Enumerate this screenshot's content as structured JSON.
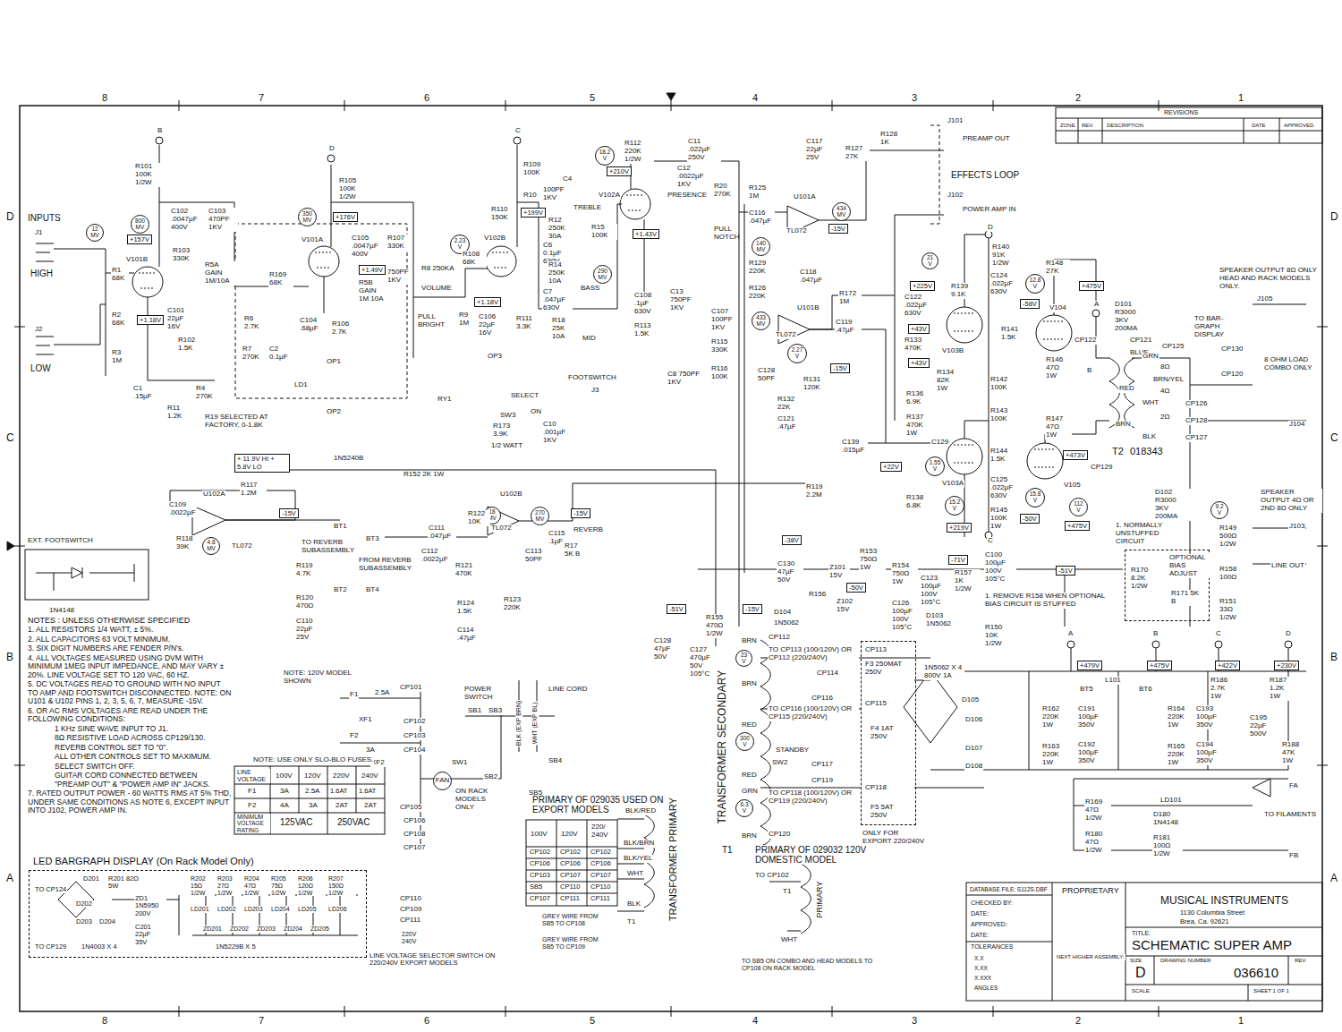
{
  "diagram": {
    "nodes": [
      {
        "text": [
          "12 MV"
        ]
      },
      {
        "text": [
          "800 MV"
        ]
      },
      {
        "text": [
          "+157V"
        ]
      },
      {
        "text": [
          "+1.18V"
        ]
      },
      {
        "text": [
          "350 MV"
        ]
      },
      {
        "text": [
          "+176V"
        ]
      },
      {
        "text": [
          "+1.49V"
        ]
      },
      {
        "text": [
          "2.23 V"
        ]
      },
      {
        "text": [
          "+1.18V"
        ]
      },
      {
        "text": [
          "+199V"
        ]
      },
      {
        "text": [
          "290 MV"
        ]
      },
      {
        "text": [
          "18.2 V"
        ]
      },
      {
        "text": [
          "+210V"
        ]
      },
      {
        "text": [
          "+1.43V"
        ]
      },
      {
        "text": [
          "434 MV"
        ]
      },
      {
        "text": [
          "-15V"
        ]
      },
      {
        "text": [
          "140 MV"
        ]
      },
      {
        "text": [
          "433 MV"
        ]
      },
      {
        "text": [
          "2.27 V"
        ]
      },
      {
        "text": [
          "-15V"
        ]
      },
      {
        "text": [
          "21 V"
        ]
      },
      {
        "text": [
          "+225V"
        ]
      },
      {
        "text": [
          "12.8 V"
        ]
      },
      {
        "text": [
          "-58V"
        ]
      },
      {
        "text": [
          "+475V"
        ]
      },
      {
        "text": [
          "+43V"
        ]
      },
      {
        "text": [
          "+43V"
        ]
      },
      {
        "text": [
          "+22V"
        ]
      },
      {
        "text": [
          "1.55 V"
        ]
      },
      {
        "text": [
          "+473V"
        ]
      },
      {
        "text": [
          "15.2 V"
        ]
      },
      {
        "text": [
          "+219V"
        ]
      },
      {
        "text": [
          "15.8 V"
        ]
      },
      {
        "text": [
          "-50V"
        ]
      },
      {
        "text": [
          "112 V"
        ]
      },
      {
        "text": [
          "+475V"
        ]
      },
      {
        "text": [
          "9.2 V"
        ]
      },
      {
        "text": [
          "-38V"
        ]
      },
      {
        "text": [
          "-50V"
        ]
      },
      {
        "text": [
          "-71V"
        ]
      },
      {
        "text": [
          "-51V"
        ]
      },
      {
        "text": [
          "-51V"
        ]
      },
      {
        "text": [
          "-15V"
        ]
      },
      {
        "text": [
          "4.8 MV"
        ]
      },
      {
        "text": [
          "-15V"
        ]
      },
      {
        "text": [
          "18 MV"
        ]
      },
      {
        "text": [
          "270 MV"
        ]
      },
      {
        "text": [
          "-15V"
        ]
      },
      {
        "text": [
          "+ 11.9V HI + 5.8V LO"
        ]
      },
      {
        "text": [
          "23 V"
        ]
      },
      {
        "text": [
          "300 V"
        ]
      },
      {
        "text": [
          "6.3 V"
        ]
      },
      {
        "text": [
          "FAN"
        ]
      },
      {
        "text": [
          "+479V"
        ]
      },
      {
        "text": [
          "+475V"
        ]
      },
      {
        "text": [
          "+422V"
        ]
      },
      {
        "text": [
          "+230V"
        ]
      },
      {
        "text": [
          "LED BARGRAPH DISPLAY (On Rack Model Only)"
        ]
      },
      {
        "text": [
          "1. NORMALLY UNSTUFFED CIRCUIT",
          "OPTIONAL BIAS ADJUST",
          "R170 8.2K 1/2W",
          "R171 5K B"
        ]
      },
      {
        "text": [
          "ONLY FOR EXPORT 220/240V MODELS"
        ]
      }
    ],
    "labels": [
      "8",
      "7",
      "6",
      "5",
      "4",
      "3",
      "2",
      "1",
      "8",
      "7",
      "6",
      "5",
      "4",
      "3",
      "2",
      "1",
      "D",
      "C",
      "B",
      "A",
      "D",
      "C",
      "B",
      "A",
      "INPUTS",
      "J1",
      "HIGH",
      "J2",
      "LOW",
      "B",
      "R101 100K 1/2W",
      "C102 .0047µF 400V",
      "C103 470PF 1KV",
      "R103 330K",
      "V101B",
      "R1 68K",
      "R2 68K",
      "R3 1M",
      "C101 22µF 16V",
      "R102 1.5K",
      "C1 .15µF",
      "R11 1.2K",
      "R4 270K",
      "R5A GAIN 1M/10A",
      "R6 2.7K",
      "R7 270K",
      "C2 0.1µF",
      "D",
      "R105 100K 1/2W",
      "R169 68K",
      "V101A",
      "C105 .0047µF 400V",
      "R107 330K",
      "750PF 1KV",
      "R5B GAIN 1M 10A",
      "C104 .68µF",
      "R106 2.7K",
      "R8 250KA",
      "VOLUME",
      "PULL BRIGHT",
      "R9 1M",
      "R108 68K",
      "R110 150K",
      "C",
      "R109 100K",
      "V102B",
      "C106 22µF 16V",
      "R111 3.3K",
      "R10",
      "C4",
      "100PF 1KV",
      "TREBLE",
      "R12 250K 30A",
      "C6 0.1µF 630V",
      "R14 250K 10A",
      "BASS",
      "C7 .047µF 630V",
      "R18 25K 10A",
      "MID",
      "R15 100K",
      "V102A",
      "R112 220K 1/2W",
      "C11 .022µF 250V",
      "C12 .0022µF 1KV",
      "PRESENCE",
      "R20 270K",
      "PULL NOTCH",
      "C13 750PF 1KV",
      "C108 .1µF 630V",
      "R113 1.5K",
      "C107 100PF 1KV",
      "R115 330K",
      "C8 750PF 1KV",
      "R116 100K",
      "R125 1M",
      "C116 .047µF",
      "U101A",
      "TL072",
      "R129 220K",
      "R126 220K",
      "C118 .047µF",
      "R172 1M",
      "U101B",
      "TL072",
      "C119 .47µF",
      "C128 50PF",
      "R131 120K",
      "R132 22K",
      "C121 .47µF",
      "C117 22µF 25V",
      "R127 27K",
      "R128 1K",
      "J101",
      "PREAMP OUT",
      "EFFECTS LOOP",
      "J102",
      "POWER AMP IN",
      "D",
      "R140 91K 1/2W",
      "R148 27K",
      "C122 .022µF 630V",
      "R139 9.1K",
      "V103B",
      "C124 .022µF 630V",
      "V104",
      "A",
      "D101 R3000 3KV 200MA",
      "R141 1.5K",
      "R133 470K",
      "R134 82K 1W",
      "R136 6.9K",
      "R137 470K 1W",
      "R142 100K",
      "R146 47Ω 1W",
      "B",
      "R143 100K",
      "R147 47Ω 1W",
      "CP122",
      "CP121",
      "BLUE",
      "RED",
      "BRN",
      "T2",
      "018343",
      "CP129",
      "C129",
      "V103A",
      "R144 1.5K",
      "V105",
      "R138 6.8K",
      "C125 .022µF 630V",
      "R145 100K 1W",
      "C",
      "D102 R3000 3KV 200MA",
      "C139 .015µF",
      "R119 2.2M",
      "C130 47µF 50V",
      "Z101 15V",
      "R153 750Ω 1W",
      "R154 750Ω 1W",
      "R156",
      "Z102 15V",
      "C123 100µF 100V 105°C",
      "R157 1K 1/2W",
      "C100 100µF 100V 105°C",
      "C126 100µF 100V 105°C",
      "D103 1N5062",
      "D104",
      "1N5062",
      "1. REMOVE R158 WHEN OPTIONAL BIAS CIRCUIT IS STUFFED",
      "R150 10K 1/2W",
      "R155 470Ω 1/2W",
      "C128 47µF 50V",
      "C127 470µF 50V 105°C",
      "SPEAKER OUTPUT 8Ω ONLY HEAD AND RACK MODELS ONLY.",
      "J105",
      "TO BAR- GRAPH DISPLAY",
      "CP125",
      "CP130",
      "8 OHM LOAD COMBO ONLY",
      "CP120",
      "GRN",
      "8Ω",
      "BRN/YEL",
      "4Ω",
      "WHT",
      "2Ω",
      "BLK",
      "CP126",
      "CP128",
      "CP127",
      "J104",
      "SPEAKER OUTPUT 4Ω OR 2ND 8Ω ONLY",
      "R149 500Ω 1/2W",
      "J103",
      "LINE OUT",
      "R158 100Ω",
      "R151 33Ω 1/2W",
      "A",
      "B",
      "C",
      "D",
      "L101",
      "BT5",
      "BT6",
      "R186 2.7K 1W",
      "R187 1.2K 1W",
      "1N5062 X 4 800V 1A",
      "D105",
      "D106",
      "D107",
      "D108",
      "R162 220K 1W",
      "C191 100µF 350V",
      "R164 220K 1W",
      "C193 100µF 350V",
      "C195 22µF 500V",
      "R188 47K 1W",
      "R163 220K 1W",
      "C192 100µF 350V",
      "R165 220K 1W",
      "C194 100µF 350V",
      "R169 47Ω 1/2W",
      "FA",
      "LD101",
      "TO FILAMENTS",
      "D180 1N4148",
      "R180 47Ω 1/2W",
      "R181 100Ω 1/2W",
      "FB",
      "TRANSFORMER SECONDARY",
      "BRN",
      "BRN",
      "RED",
      "RED",
      "GRN",
      "BRN",
      "CP112",
      "TO CP113 (100/120V) OR CP112 (220/240V)",
      "CP114",
      "CP116",
      "TO CP116 (100/120V) OR CP115 (220/240V)",
      "STANDBY",
      "SW2",
      "CP117",
      "CP119",
      "TO CP118 (100/120V) OR CP119 (220/240V)",
      "CP120",
      "CP113",
      "F3 250MAT 250V",
      "CP115",
      "F4 1AT 250V",
      "CP118",
      "F5 5AT 250V",
      "T1",
      "NOTE: 120V MODEL SHOWN",
      "F1",
      "2.5A",
      "XF1",
      "F2",
      "3A",
      "XF2",
      "CP101",
      "CP102",
      "CP103",
      "CP104",
      "POWER SWITCH",
      "SB1",
      "SB3",
      "SW1",
      "SB2",
      "SB4",
      "SB5",
      "LINE CORD",
      "BLK (EXP BRN)",
      "WHT (EXP BL)",
      "ON RACK MODELS ONLY",
      "CP105",
      "CP106",
      "CP108",
      "CP107",
      "NOTE: USE ONLY SLO-BLO FUSES.",
      "LINE VOLTAGE",
      "100V",
      "120V",
      "220V",
      "240V",
      "F1",
      "3A",
      "2.5A",
      "1.6AT",
      "1.6AT",
      "F2",
      "4A",
      "3A",
      "2AT",
      "2AT",
      "MINIMUM VOLTAGE RATING",
      "125VAC",
      "250VAC",
      "PRIMARY OF 029035 USED ON EXPORT MODELS",
      "100V",
      "120V",
      "220/ 240V",
      "CP102",
      "CP102",
      "CP102",
      "CP106",
      "CP106",
      "CP106",
      "CP103",
      "CP107",
      "CP107",
      "SB5",
      "CP110",
      "CP110",
      "CP107",
      "CP111",
      "CP111",
      "BLK/RED",
      "BLK/BRN",
      "BLK/YEL",
      "WHT",
      "BLK",
      "T1",
      "TRANSFORMER PRIMARY",
      "GREY WIRE FROM SB5 TO CP108",
      "GREY WIRE FROM SB5 TO CP109",
      "PRIMARY OF 029032 120V DOMESTIC MODEL",
      "TO CP102",
      "T1",
      "PRIMARY",
      "WHT",
      "TO SB5 ON COMBO AND HEAD MODELS TO CP108 ON RACK MODEL",
      "CP110",
      "CP109",
      "CP111",
      "220V 240V",
      "LINE VOLTAGE SELECTOR SWITCH ON 220/240V EXPORT MODELS",
      "C109 .0022µF",
      "R117 1.2M",
      "U102A",
      "TL072",
      "R118 39K",
      "TO REVERB SUBASSEMBLY",
      "BT1",
      "R119 4.7K",
      "R120 470Ω",
      "C110 22µF 25V",
      "BT2",
      "BT3",
      "FROM REVERB SUBASSEMBLY",
      "BT4",
      "C111 .047µF",
      "C112 .0022µF",
      "R121 470K",
      "R122 10K",
      "U102B",
      "TL072",
      "C115 .1µF",
      "REVERB",
      "C113 50PF",
      "R17 5K B",
      "R123 220K",
      "R124 1.5K",
      "C114 .47µF",
      "R152 2K 1W",
      "EXT. FOOTSWITCH",
      "1N4148",
      "OP1",
      "LD1",
      "OP2",
      "1N5240B",
      "OP3",
      "RY1",
      "R19 SELECTED AT FACTORY, 0-1.8K",
      "SELECT",
      "SW3",
      "ON",
      "FOOTSWITCH",
      "J3",
      "C10 .001µF 1KV",
      "R173 3.9K",
      "1/2 WATT",
      "NOTES : UNLESS OTHERWISE SPECIFIED",
      "1. ALL RESISTORS 1/4 WATT, ± 5%.",
      "2. ALL CAPACITORS 63 VOLT MINIMUM.",
      "3. SIX DIGIT NUMBERS ARE FENDER P/N's.",
      "4. ALL VOLTAGES MEASURED USING DVM WITH MINIMUM 1MEG INPUT IMPEDANCE, AND MAY VARY ± 20%. LINE VOLTAGE SET TO 120 VAC, 60 HZ.",
      "5. DC VOLTAGES READ TO GROUND WITH NO INPUT TO AMP AND FOOTSWITCH DISCONNECTED. NOTE: ON U101 & U102 PINS 1, 2, 3, 5, 6, 7, MEASURE -15V.",
      "6. OR AC RMS VOLTAGES ARE READ UNDER THE FOLLOWING CONDITIONS:",
      "1 KHz SINE WAVE INPUT TO J1.",
      "8Ω RESISTIVE LOAD ACROSS CP129/130.",
      "REVERB CONTROL SET TO \"0\".",
      "ALL OTHER CONTROLS SET TO MAXIMUM.",
      "SELECT SWITCH OFF.",
      "GUITAR CORD CONNECTED BETWEEN \"PREAMP OUT\" & \"POWER AMP IN\" JACKS.",
      "7. RATED OUTPUT POWER - 60 WATTS RMS AT 5% THD, UNDER SAME CONDITIONS AS NOTE 6, EXCEPT INPUT INTO J102, POWER AMP IN.",
      "TO CP124",
      "D201",
      "R201 82Ω 5W",
      "D202",
      "D203",
      "D204",
      "ZD1 1N5950 200V",
      "C201 22µF 35V",
      "TO CP129",
      "1N4003 X 4",
      "R202 15Ω 1/2W",
      "R203 27Ω 1/2W",
      "R204 47Ω 1/2W",
      "R205 75Ω 1/2W",
      "R206 120Ω 1/2W",
      "R207 150Ω 1/2W",
      "LD201",
      "LD202",
      "LD203",
      "LD204",
      "LD205",
      "LD206",
      "ZD201",
      "ZD202",
      "ZD203",
      "ZD204",
      "ZD205",
      "1N5229B X 5",
      "REVISIONS",
      "ZONE",
      "REV.",
      "DESCRIPTION",
      "DATE",
      "APPROVED",
      "DATABASE FILE: S112S.DBF",
      "CHECKED BY:",
      "DATE:",
      "APPROVED:",
      "DATE:",
      "TOLERANCES",
      "X.X",
      "X.XX",
      "X.XXX",
      "ANGLES",
      "PROPRIETARY",
      "NEXT HIGHER ASSEMBLY:",
      "MUSICAL INSTRUMENTS",
      "1130 Columbia Street",
      "Brea, Ca. 92621",
      "TITLE:",
      "SCHEMATIC SUPER AMP",
      "SIZE",
      "D",
      "DRAWING NUMBER",
      "036610",
      "REV.",
      "SCALE:",
      "SHEET 1 OF 1"
    ]
  }
}
